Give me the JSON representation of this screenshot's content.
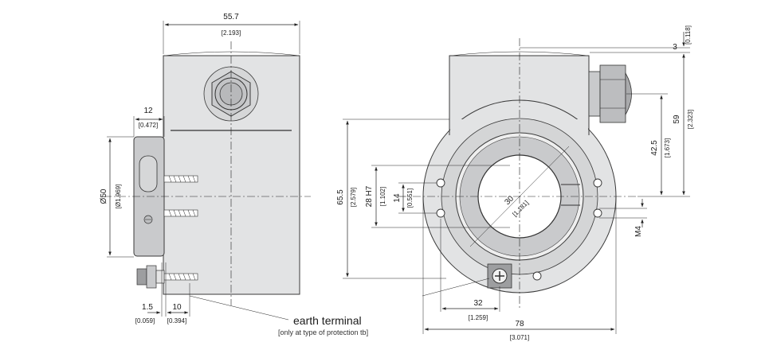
{
  "dimensions": {
    "width_557": "55.7",
    "width_557_in": "[2.193]",
    "width_12": "12",
    "width_12_in": "[0.472]",
    "dia_50": "Ø50",
    "dia_50_in": "[Ø1.969]",
    "d_1_5": "1.5",
    "d_1_5_in": "[0.059]",
    "d_10": "10",
    "d_10_in": "[0.394]",
    "h_3": "3",
    "h_3_in": "[0.118]",
    "h_59": "59",
    "h_59_in": "[2.323]",
    "h_42_5": "42.5",
    "h_42_5_in": "[1.673]",
    "h_65_5": "65.5",
    "h_65_5_in": "[2.579]",
    "h_28h7": "28 H7",
    "h_28h7_in": "[1.102]",
    "h_14": "14",
    "h_14_in": "[0.551]",
    "d_30": "30",
    "d_30_in": "[1.181]",
    "m4": "M4",
    "w_32": "32",
    "w_32_in": "[1.259]",
    "w_78": "78",
    "w_78_in": "[3.071]"
  },
  "labels": {
    "earth_terminal": "earth terminal",
    "earth_terminal_note": "[only at type of protection tb]"
  }
}
